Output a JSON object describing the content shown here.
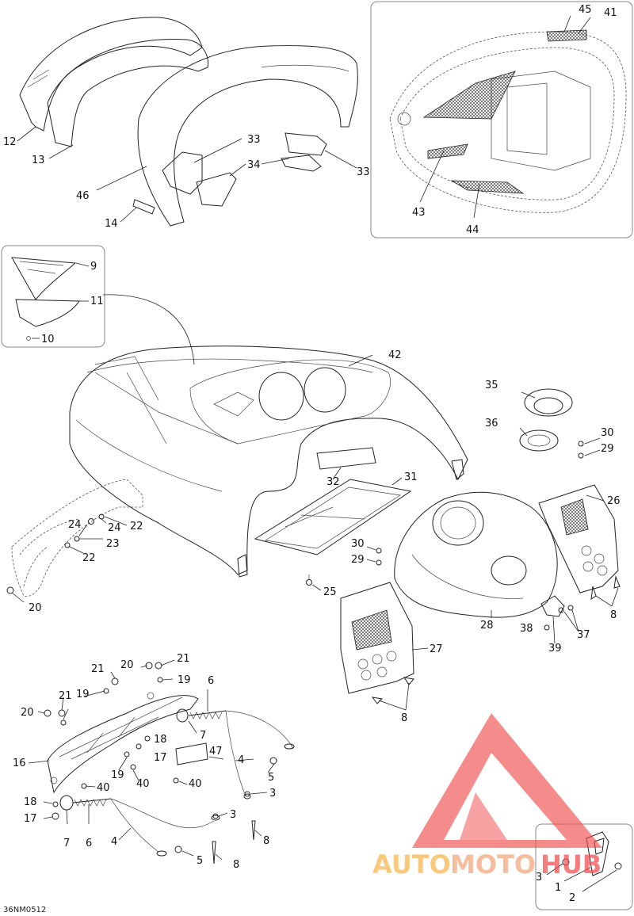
{
  "diagram_code": "36NM0512",
  "watermark": {
    "brand": "AUTOMOTOHUB",
    "colors": {
      "triangle": "#f04b4b",
      "auto": "#f6b64a",
      "moto": "#f4a37a",
      "hub": "#f04b4b"
    }
  },
  "callouts": {
    "c1": "1",
    "c2": "2",
    "c3": "3",
    "c4": "4",
    "c5": "5",
    "c6": "6",
    "c7": "7",
    "c8": "8",
    "c9": "9",
    "c10": "10",
    "c11": "11",
    "c12": "12",
    "c13": "13",
    "c14": "14",
    "c16": "16",
    "c17": "17",
    "c18": "18",
    "c19": "19",
    "c20": "20",
    "c21": "21",
    "c22": "22",
    "c23": "23",
    "c24": "24",
    "c25": "25",
    "c26": "26",
    "c27": "27",
    "c28": "28",
    "c29": "29",
    "c30": "30",
    "c31": "31",
    "c32": "32",
    "c33": "33",
    "c34": "34",
    "c35": "35",
    "c36": "36",
    "c37": "37",
    "c38": "38",
    "c39": "39",
    "c40": "40",
    "c41": "41",
    "c42": "42",
    "c43": "43",
    "c44": "44",
    "c45": "45",
    "c46": "46",
    "c47": "47"
  }
}
